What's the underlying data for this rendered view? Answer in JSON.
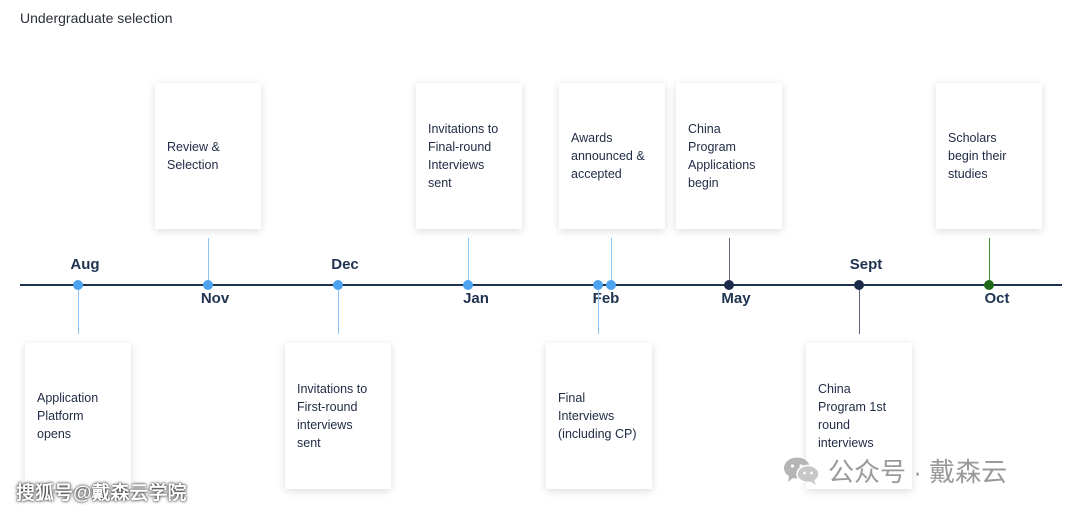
{
  "title": "Undergraduate selection",
  "months": {
    "aug": "Aug",
    "nov": "Nov",
    "dec": "Dec",
    "jan": "Jan",
    "feb": "Feb",
    "may": "May",
    "sept": "Sept",
    "oct": "Oct"
  },
  "events_above": {
    "review": "Review &\nSelection",
    "final_invites": "Invitations to\nFinal-round\nInterviews\nsent",
    "awards": "Awards\nannounced &\naccepted",
    "china_apps": "China\nProgram\nApplications\nbegin",
    "scholars": "Scholars\nbegin their\nstudies"
  },
  "events_below": {
    "application": "Application\nPlatform\nopens",
    "first_invites": "Invitations to\nFirst-round\ninterviews\nsent",
    "final_interviews": "Final\nInterviews\n(including CP)",
    "china_interviews": "China\nProgram 1st\nround\ninterviews"
  },
  "colors": {
    "axis": "#1f3350",
    "blue": "#4da3f0",
    "navy": "#1c2b49",
    "green": "#1f6a17"
  },
  "watermarks": {
    "left": "搜狐号@戴森云学院",
    "right": "公众号 · 戴森云",
    "wechat_icon": "wechat-icon"
  }
}
